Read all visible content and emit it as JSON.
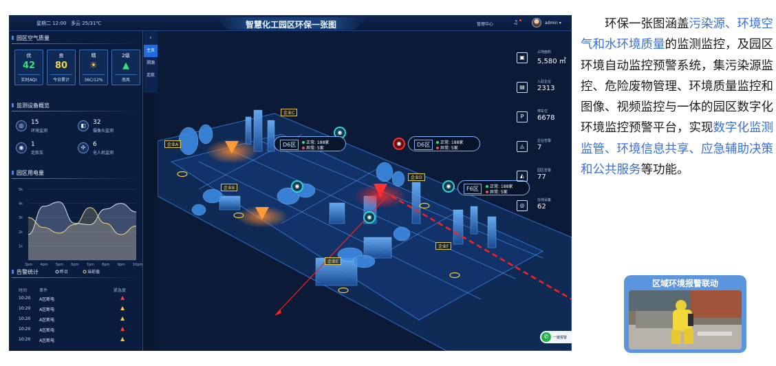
{
  "dashboard": {
    "topbar": {
      "date_time": "星期二 12:00",
      "weather": "多云 25/31℃",
      "title": "智慧化工园区环保一张图",
      "management": "管理中心",
      "user": "admin"
    },
    "air_quality": {
      "title": "园区空气质量",
      "cards": [
        {
          "label": "优",
          "value": "42",
          "caption": "实时AQI",
          "color": "#39e07a"
        },
        {
          "label": "良",
          "value": "80",
          "caption": "今日累计",
          "color": "#f5d742"
        },
        {
          "label": "晴",
          "value": "☀",
          "caption": "36C/12%",
          "color": "#f5c542"
        },
        {
          "label": "2级",
          "value": "▲",
          "caption": "南风",
          "color": "#39e07a"
        }
      ]
    },
    "devices": {
      "title": "监测设备概览",
      "items": [
        {
          "count": "15",
          "label": "环境监测",
          "icon": "monitor-icon"
        },
        {
          "count": "32",
          "label": "摄像头监测",
          "icon": "camera-icon"
        },
        {
          "count": "1",
          "label": "走航车",
          "icon": "vehicle-icon"
        },
        {
          "count": "6",
          "label": "无人机监测",
          "icon": "drone-icon"
        }
      ]
    },
    "power": {
      "title": "园区用电量",
      "legend": [
        "昨日",
        "当前值"
      ]
    },
    "alarms": {
      "title": "告警统计",
      "headers": [
        "时间",
        "事件",
        "紧急度"
      ],
      "rows": [
        {
          "time": "10:20",
          "event": "A区断电",
          "level": "high"
        },
        {
          "time": "10:20",
          "event": "A区断电",
          "level": "medium"
        },
        {
          "time": "10:20",
          "event": "A区断电",
          "level": "medium"
        },
        {
          "time": "10:20",
          "event": "A区断电",
          "level": "high"
        },
        {
          "time": "10:20",
          "event": "A区断电",
          "level": "medium"
        }
      ]
    },
    "nav": [
      "主页",
      "溯源",
      "走航"
    ],
    "right_stats": [
      {
        "label": "占地面积",
        "value": "5,580 ㎡",
        "icon": "area-icon"
      },
      {
        "label": "入驻企业",
        "value": "2313",
        "icon": "building-icon"
      },
      {
        "label": "停车位",
        "value": "6678",
        "icon": "parking-icon"
      },
      {
        "label": "企业告警",
        "value": "7",
        "icon": "alarm-icon"
      },
      {
        "label": "园区告警",
        "value": "77",
        "icon": "siren-icon"
      },
      {
        "label": "在线设备",
        "value": "62",
        "icon": "device-icon"
      }
    ],
    "callouts": [
      {
        "zone": "D6区",
        "normal": "正常: 188家",
        "abnormal": "异常: 5家"
      },
      {
        "zone": "D6区",
        "normal": "正常: 188家",
        "abnormal": "异常: 5家"
      },
      {
        "zone": "F6区",
        "normal": "正常: 188家",
        "abnormal": "异常: 5家"
      }
    ],
    "enterprises": [
      "企业A",
      "企业B",
      "企业C",
      "企业D",
      "企业E",
      "企业F"
    ],
    "emergency": "一键报警"
  },
  "chart_data": {
    "type": "area",
    "title": "园区用电量",
    "x": [
      "3pm",
      "4pm",
      "5pm",
      "6pm",
      "7pm",
      "8pm",
      "9pm",
      "10pm"
    ],
    "yticks": [
      "1k",
      "2k",
      "3k",
      "4k",
      "5k"
    ],
    "ylim": [
      0,
      5000
    ],
    "series": [
      {
        "name": "昨日",
        "values": [
          1800,
          3800,
          4100,
          2600,
          2500,
          3600,
          4000,
          3400
        ]
      },
      {
        "name": "当前值",
        "values": [
          3000,
          2300,
          1900,
          2500,
          3700,
          2600,
          1800,
          2400
        ]
      }
    ]
  },
  "description": {
    "parts": [
      {
        "text": "环保一张图涵盖",
        "hl": false
      },
      {
        "text": "污染源、环境空气和水环境质量",
        "hl": true
      },
      {
        "text": "的监测监控，及园区环境自动监控预警系统，集污染源监控、危险废物管理、环境质量监控和图像、视频监控与一体的园区数字化环境监控预警平台，实现",
        "hl": false
      },
      {
        "text": "数字化监测监管、环境信息共享、应急辅助决策和公共服务",
        "hl": true
      },
      {
        "text": "等功能。",
        "hl": false
      }
    ]
  },
  "photo_card": {
    "title": "区域环境报警联动"
  },
  "colors": {
    "accent": "#3a6fd8",
    "alarm": "#ff3b3b",
    "card": "#5b95de"
  }
}
